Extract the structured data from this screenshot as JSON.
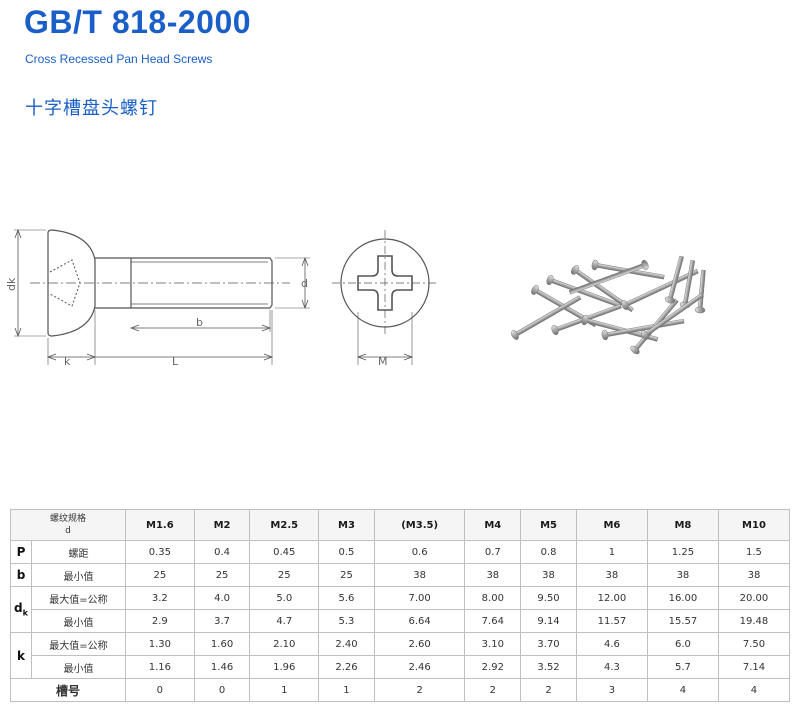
{
  "header": {
    "title": "GB/T 818-2000",
    "subtitle": "Cross Recessed Pan Head Screws",
    "chinese_title": "十字槽盘头螺钉"
  },
  "drawing": {
    "labels": {
      "dk": "dk",
      "d": "d",
      "b": "b",
      "k": "k",
      "L": "L",
      "M": "M"
    }
  },
  "table": {
    "corner": [
      "螺纹规格",
      "d"
    ],
    "sizes": [
      "M1.6",
      "M2",
      "M2.5",
      "M3",
      "(M3.5)",
      "M4",
      "M5",
      "M6",
      "M8",
      "M10"
    ],
    "rows": [
      {
        "symbol": "P",
        "label": "螺距",
        "values": [
          "0.35",
          "0.4",
          "0.45",
          "0.5",
          "0.6",
          "0.7",
          "0.8",
          "1",
          "1.25",
          "1.5"
        ]
      },
      {
        "symbol": "b",
        "label": "最小值",
        "values": [
          "25",
          "25",
          "25",
          "25",
          "38",
          "38",
          "38",
          "38",
          "38",
          "38"
        ]
      },
      {
        "symbol": "dk",
        "label": "最大值=公称",
        "values": [
          "3.2",
          "4.0",
          "5.0",
          "5.6",
          "7.00",
          "8.00",
          "9.50",
          "12.00",
          "16.00",
          "20.00"
        ]
      },
      {
        "symbol": "",
        "label": "最小值",
        "values": [
          "2.9",
          "3.7",
          "4.7",
          "5.3",
          "6.64",
          "7.64",
          "9.14",
          "11.57",
          "15.57",
          "19.48"
        ]
      },
      {
        "symbol": "k",
        "label": "最大值=公称",
        "values": [
          "1.30",
          "1.60",
          "2.10",
          "2.40",
          "2.60",
          "3.10",
          "3.70",
          "4.6",
          "6.0",
          "7.50"
        ]
      },
      {
        "symbol": "",
        "label": "最小值",
        "values": [
          "1.16",
          "1.46",
          "1.96",
          "2.26",
          "2.46",
          "2.92",
          "3.52",
          "4.3",
          "5.7",
          "7.14"
        ]
      }
    ],
    "slot": {
      "label": "槽号",
      "values": [
        "0",
        "0",
        "1",
        "1",
        "2",
        "2",
        "2",
        "3",
        "4",
        "4"
      ]
    }
  }
}
